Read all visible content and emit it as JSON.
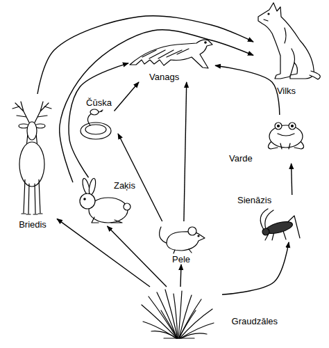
{
  "diagram": {
    "nodes": [
      {
        "text": [
          "Vilks"
        ]
      },
      {
        "text": [
          "Vanags"
        ]
      },
      {
        "text": [
          "Čūska"
        ]
      },
      {
        "text": [
          "Briedis"
        ]
      },
      {
        "text": [
          "Varde"
        ]
      },
      {
        "text": [
          "Zaķis"
        ]
      },
      {
        "text": [
          "Sienāzis"
        ]
      },
      {
        "text": [
          "Pele"
        ]
      },
      {
        "text": [
          "Graudzāles"
        ]
      }
    ],
    "edges": [
      {
        "from": 8,
        "to": 3,
        "arrow": "to"
      },
      {
        "from": 8,
        "to": 5,
        "arrow": "to"
      },
      {
        "from": 8,
        "to": 7,
        "arrow": "to"
      },
      {
        "from": 8,
        "to": 6,
        "arrow": "to"
      },
      {
        "from": 6,
        "to": 4,
        "arrow": "to"
      },
      {
        "from": 4,
        "to": 1,
        "arrow": "to"
      },
      {
        "from": 7,
        "to": 1,
        "arrow": "to"
      },
      {
        "from": 7,
        "to": 2,
        "arrow": "to"
      },
      {
        "from": 2,
        "to": 1,
        "arrow": "to"
      },
      {
        "from": 5,
        "to": 1,
        "arrow": "to"
      },
      {
        "from": 5,
        "to": 0,
        "arrow": "to"
      },
      {
        "from": 3,
        "to": 0,
        "arrow": "to"
      }
    ]
  }
}
